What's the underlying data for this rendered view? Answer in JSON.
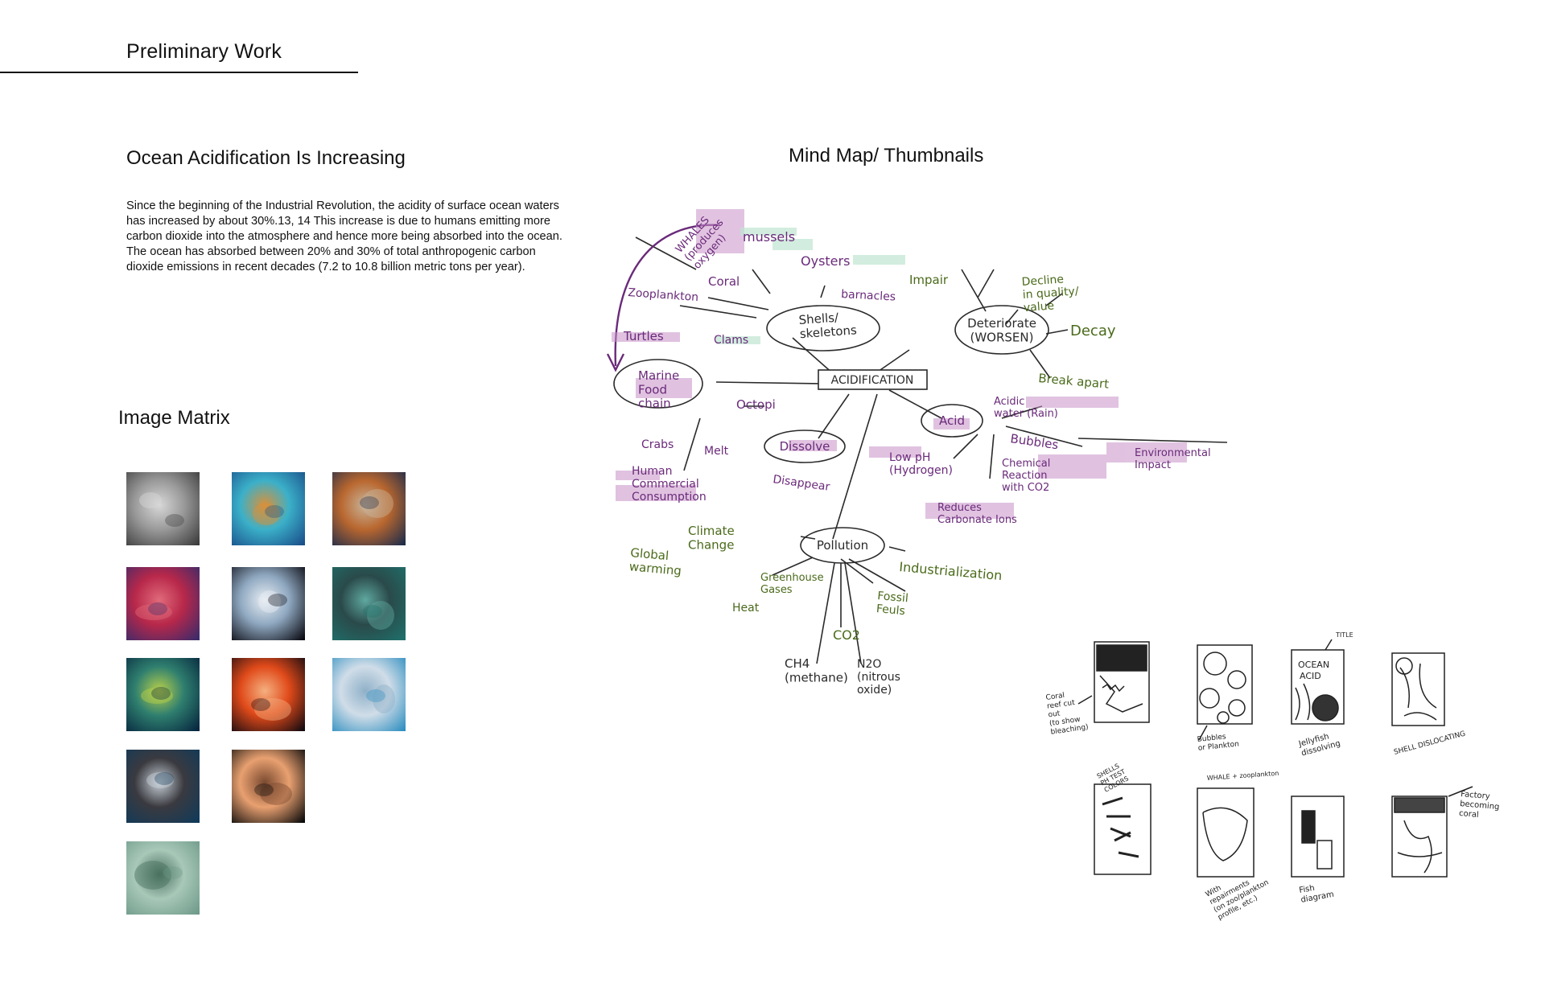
{
  "page": {
    "title": "Preliminary Work"
  },
  "article": {
    "heading": "Ocean Acidification Is Increasing",
    "body": "Since the beginning of the Industrial Revolution, the acidity of surface ocean waters has increased by about 30%.13, 14 This increase is due to humans emitting more carbon dioxide into the atmosphere and hence more being absorbed into the ocean. The ocean has absorbed between 20% and 30% of total anthropogenic carbon dioxide emissions in recent decades (7.2 to 10.8 billion metric tons per year)."
  },
  "image_matrix": {
    "heading": "Image Matrix",
    "tiles": [
      {
        "name": "snail-shell-photo",
        "colors": [
          "#3c3c3c",
          "#9a9a9a",
          "#d8d8d8"
        ]
      },
      {
        "name": "octopus-photo",
        "colors": [
          "#1a4f8a",
          "#3bb0c9",
          "#d9913a"
        ]
      },
      {
        "name": "ray-on-reef-photo",
        "colors": [
          "#1e2c4a",
          "#b9672f",
          "#c8b49a"
        ]
      },
      {
        "name": "red-water-photo",
        "colors": [
          "#3a2a6a",
          "#b8284a",
          "#e06a7a"
        ]
      },
      {
        "name": "translucent-shell-photo",
        "colors": [
          "#0a0a12",
          "#8fa8c0",
          "#e8eef4"
        ]
      },
      {
        "name": "coral-branches-photo",
        "colors": [
          "#1f6f6a",
          "#2a4a4a",
          "#5fa8a0"
        ]
      },
      {
        "name": "plankton-microscope-photo",
        "colors": [
          "#06263f",
          "#2f7f6f",
          "#b8d04a"
        ]
      },
      {
        "name": "jellyfish-photo",
        "colors": [
          "#140a10",
          "#e04a1a",
          "#f5b080"
        ]
      },
      {
        "name": "bleached-coral-photo",
        "colors": [
          "#2f8fc0",
          "#d0dde8",
          "#8fb0c8"
        ]
      },
      {
        "name": "whale-feeding-photo",
        "colors": [
          "#103a5a",
          "#3a3a40",
          "#c8d0d8"
        ]
      },
      {
        "name": "crab-larva-photo",
        "colors": [
          "#0a0a0a",
          "#e8a070",
          "#7a4a30"
        ]
      },
      {
        "name": "diatom-microscope-photo",
        "colors": [
          "#6f9a8a",
          "#a8c8b8",
          "#4a7060"
        ]
      }
    ]
  },
  "mind_map": {
    "heading": "Mind Map/ Thumbnails",
    "center": "ACIDIFICATION",
    "nodes": {
      "shells": "Shells/\nskeletons",
      "deteriorate": "Deteriorate\n(WORSEN)",
      "marine": "Marine\nFood\nchain",
      "dissolve": "Dissolve",
      "acid": "Acid",
      "pollution": "Pollution"
    },
    "words": {
      "whales": "WHALES\n(produces\noxygen)",
      "mussels": "mussels",
      "oysters": "Oysters",
      "coral": "Coral",
      "zooplankton": "Zooplankton",
      "barnacles": "barnacles",
      "impair": "Impair",
      "decline": "Decline\nin quality/\nvalue",
      "decay": "Decay",
      "turtles": "Turtles",
      "clams": "Clams",
      "break_apart": "Break apart",
      "octopi": "Octopi",
      "acidic_water": "Acidic\nwater (Rain)",
      "crabs": "Crabs",
      "melt": "Melt",
      "bubbles": "Bubbles",
      "environmental": "Environmental\nImpact",
      "human": "Human\nCommercial\nConsumption",
      "disappear": "Disappear",
      "low_ph": "Low pH\n(Hydrogen)",
      "chemical": "Chemical\nReaction\nwith CO2",
      "reduces": "Reduces\nCarbonate Ions",
      "climate": "Climate\nChange",
      "global": "Global\nwarming",
      "greenhouse": "Greenhouse\nGases",
      "heat": "Heat",
      "industrialization": "Industrialization",
      "fossil": "Fossil\nFeuls",
      "co2": "CO2",
      "ch4": "CH4\n(methane)",
      "n2o": "N2O\n(nitrous\noxide)"
    },
    "colors": {
      "ink": "#2a2a2a",
      "green": "#4a6a1a",
      "purple": "#6a2a7a",
      "highlight_purple": "#c892c8",
      "highlight_green": "#bfe6d2"
    }
  },
  "thumbnails": {
    "notes": {
      "coral": "Coral\nreef cut\nout\n(to show\nbleaching)",
      "bubbles": "Bubbles\nor Plankton",
      "jellyfish": "Jellyfish\ndissolving",
      "title": "TITLE",
      "shell": "SHELL DISLOCATING",
      "shells_ph": "SHELLS\nPH TEST\nCOLORS",
      "whale": "WHALE + zooplankton",
      "factory": "Factory\nbecoming\ncoral",
      "whale_cap": "With\nrepairments\n(on zoo/plankton\nprofile, etc.)",
      "fish": "Fish\ndiagram"
    }
  }
}
